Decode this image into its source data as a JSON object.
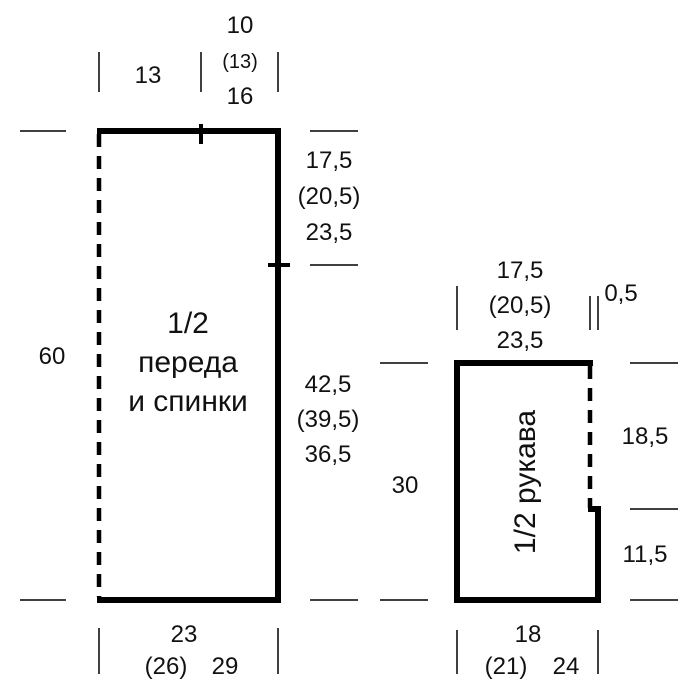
{
  "body_piece": {
    "title_1": "1/2",
    "title_2": "переда",
    "title_3": "и спинки",
    "top_left": "13",
    "neck_1": "10",
    "neck_2": "(13)",
    "neck_3": "16",
    "armhole_1": "17,5",
    "armhole_2": "(20,5)",
    "armhole_3": "23,5",
    "side_1": "42,5",
    "side_2": "(39,5)",
    "side_3": "36,5",
    "height": "60",
    "bottom_1": "23",
    "bottom_2": "(26)",
    "bottom_3": "29"
  },
  "sleeve_piece": {
    "title": "1/2 рукава",
    "top_1": "17,5",
    "top_2": "(20,5)",
    "top_3": "23,5",
    "step": "0,5",
    "height": "30",
    "upper": "18,5",
    "lower": "11,5",
    "bottom_1": "18",
    "bottom_2": "(21)",
    "bottom_3": "24"
  }
}
